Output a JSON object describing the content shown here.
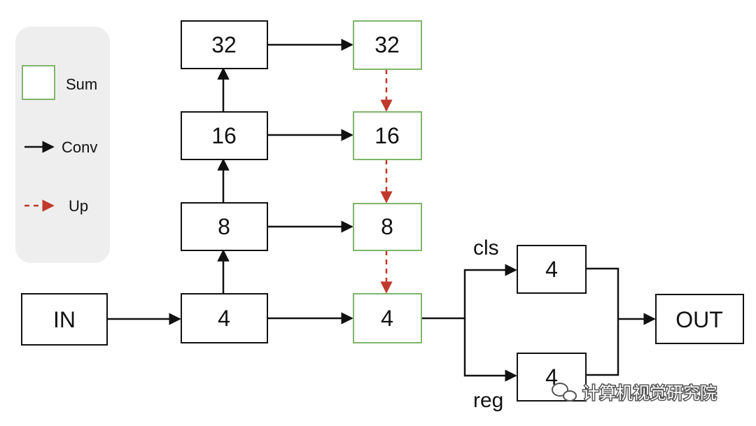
{
  "legend": {
    "sum_label": "Sum",
    "conv_label": "Conv",
    "up_label": "Up"
  },
  "nodes": {
    "input": "IN",
    "backbone_4": "4",
    "backbone_8": "8",
    "backbone_16": "16",
    "backbone_32": "32",
    "sum_32": "32",
    "sum_16": "16",
    "sum_8": "8",
    "sum_4": "4",
    "head_cls": "4",
    "head_reg": "4",
    "output": "OUT"
  },
  "branches": {
    "cls_label": "cls",
    "reg_label": "reg"
  },
  "watermark": {
    "text": "计算机视觉研究院"
  },
  "colors": {
    "conv": "#111111",
    "up": "#c0392b",
    "sum_border": "#7fb56a",
    "box_border": "#111111",
    "legend_bg": "#eeeeee"
  }
}
